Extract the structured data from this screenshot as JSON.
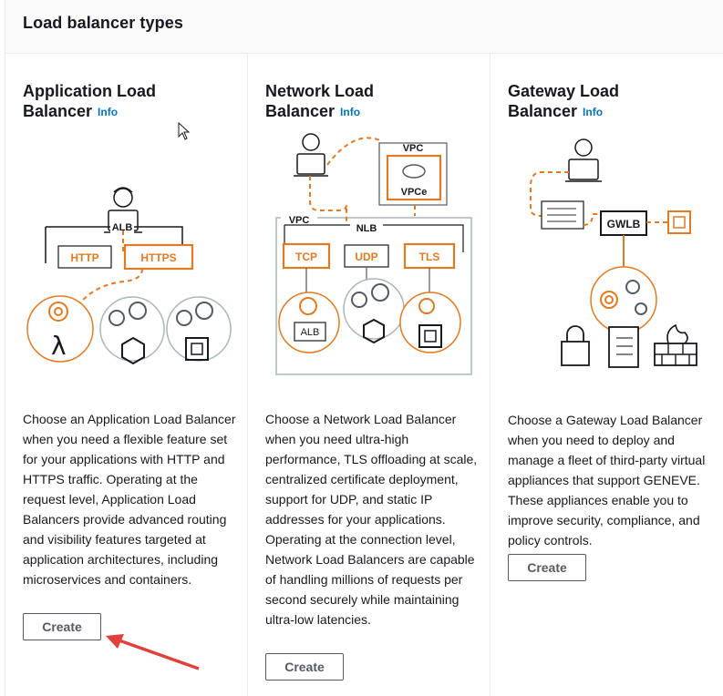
{
  "header": {
    "title": "Load balancer types"
  },
  "cards": [
    {
      "title_line1": "Application Load",
      "title_line2": "Balancer",
      "info": "Info",
      "description": "Choose an Application Load Balancer when you need a flexible feature set for your applications with HTTP and HTTPS traffic. Operating at the request level, Application Load Balancers provide advanced routing and visibility features targeted at application architectures, including microservices and containers.",
      "button": "Create",
      "diagram": {
        "group": "ALB",
        "left": "HTTP",
        "right": "HTTPS"
      }
    },
    {
      "title_line1": "Network Load",
      "title_line2": "Balancer",
      "info": "Info",
      "description": "Choose a Network Load Balancer when you need ultra-high performance, TLS offloading at scale, centralized certificate deployment, support for UDP, and static IP addresses for your applications. Operating at the connection level, Network Load Balancers are capable of handling millions of requests per second securely while maintaining ultra-low latencies.",
      "button": "Create",
      "diagram": {
        "vpc_top": "VPC",
        "vpce": "VPCe",
        "vpc": "VPC",
        "nlb": "NLB",
        "tcp": "TCP",
        "udp": "UDP",
        "tls": "TLS",
        "alb": "ALB"
      }
    },
    {
      "title_line1": "Gateway Load",
      "title_line2": "Balancer",
      "info": "Info",
      "description": "Choose a Gateway Load Balancer when you need to deploy and manage a fleet of third-party virtual appliances that support GENEVE. These appliances enable you to improve security, compliance, and policy controls.",
      "button": "Create",
      "diagram": {
        "gwlb": "GWLB"
      }
    }
  ],
  "colors": {
    "accent_orange": "#e07b24",
    "link_blue": "#0073bb",
    "arrow_red": "#e0413b"
  }
}
